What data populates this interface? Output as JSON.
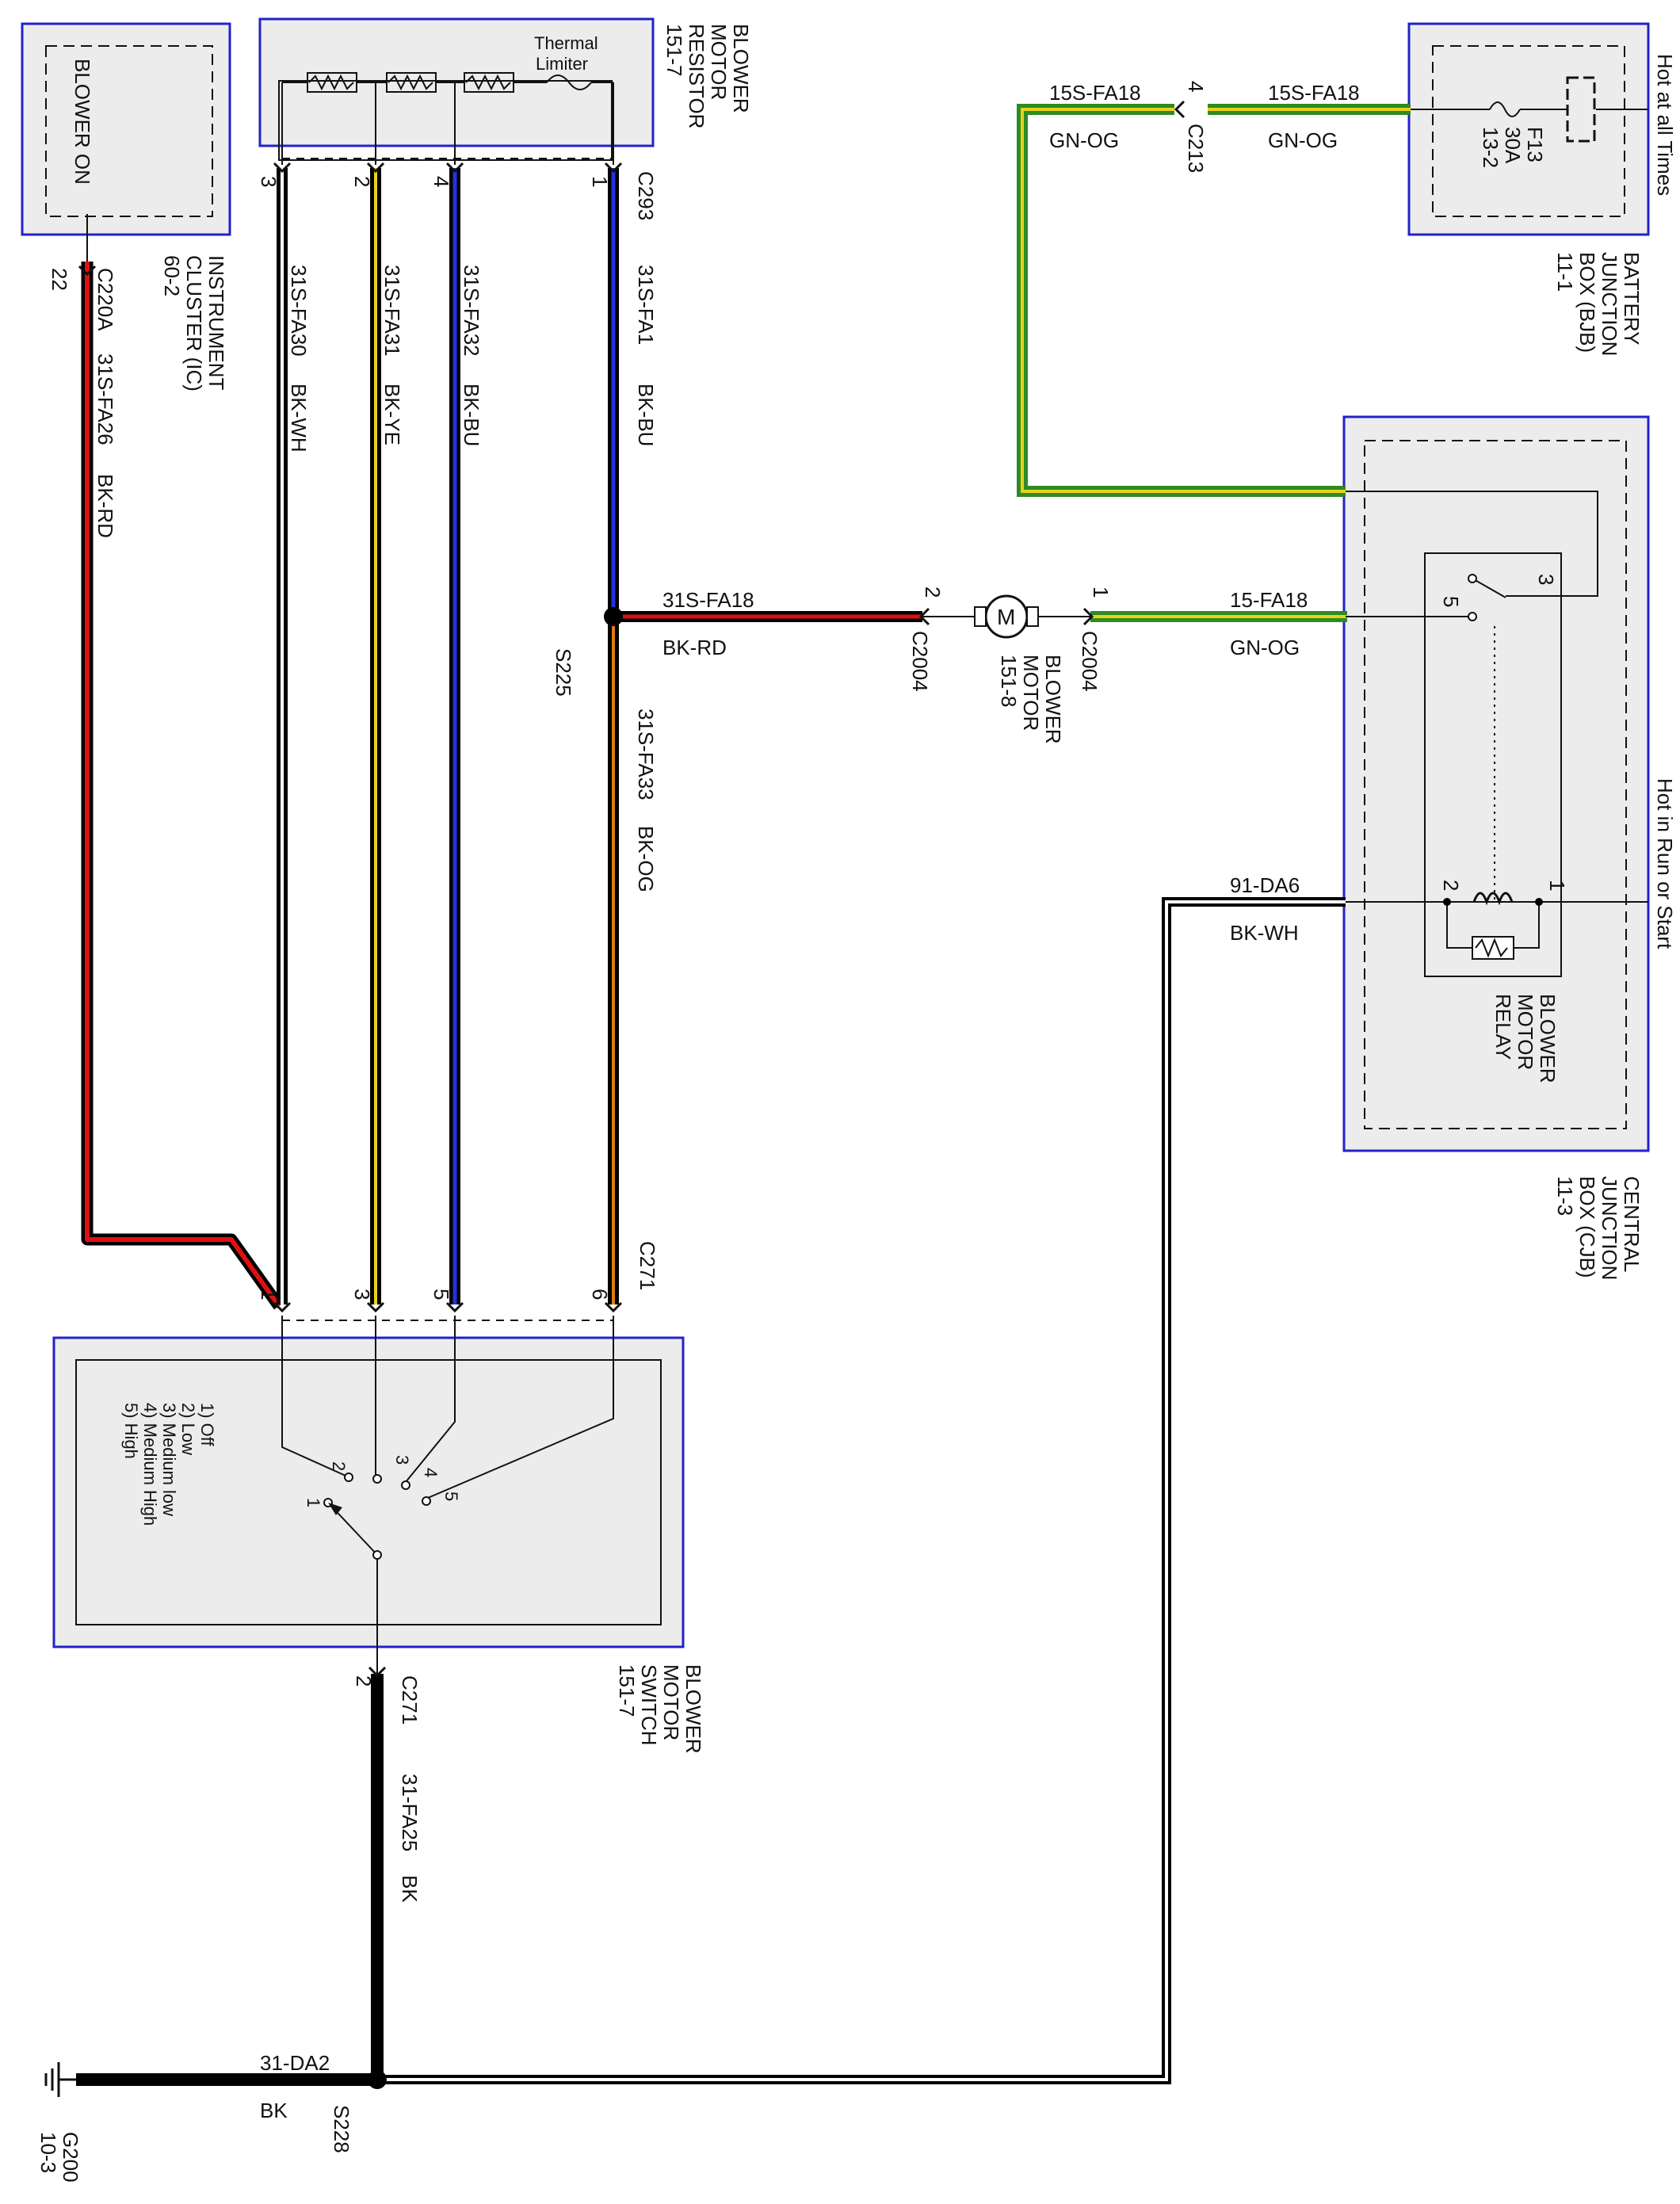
{
  "colors": {
    "box_border": "#2222cc",
    "box_fill": "#ececec",
    "wire_black": "#000000",
    "wire_red": "#dd1111",
    "wire_green": "#2e8b22",
    "wire_yellow": "#e8d21a",
    "wire_blue": "#2233dd",
    "wire_white": "#ffffff",
    "wire_orange": "#e07a10"
  },
  "blower_resistor": {
    "title_lines": [
      "BLOWER",
      "MOTOR",
      "RESISTOR",
      "151-7"
    ],
    "thermal_limiter_lines": [
      "Thermal",
      "Limiter"
    ],
    "connector": "C293",
    "pins": [
      "3",
      "2",
      "4",
      "1"
    ]
  },
  "instrument_cluster": {
    "inner_label": "BLOWER ON",
    "title_lines": [
      "INSTRUMENT",
      "CLUSTER (IC)",
      "60-2"
    ],
    "connector": "C220A",
    "pin": "22"
  },
  "battery_junction_box": {
    "title_lines": [
      "BATTERY",
      "JUNCTION",
      "BOX (BJB)",
      "11-1"
    ],
    "hot_label": "Hot at all Times",
    "fuse_lines": [
      "F13",
      "30A",
      "13-2"
    ]
  },
  "central_junction_box": {
    "title_lines": [
      "CENTRAL",
      "JUNCTION",
      "BOX (CJB)",
      "11-3"
    ],
    "hot_label": "Hot in Run or Start",
    "relay_title_lines": [
      "BLOWER",
      "MOTOR",
      "RELAY"
    ],
    "relay_pins": [
      "3",
      "5",
      "2",
      "1"
    ]
  },
  "blower_motor": {
    "title_lines": [
      "BLOWER",
      "MOTOR",
      "151-8"
    ],
    "symbol": "M",
    "connector": "C2004",
    "pins": [
      "2",
      "1"
    ]
  },
  "blower_switch": {
    "title_lines": [
      "BLOWER",
      "MOTOR",
      "SWITCH",
      "151-7"
    ],
    "connector": "C271",
    "positions": [
      "1) Off",
      "2) Low",
      "3) Medium low",
      "4) Medium High",
      "5) High"
    ],
    "top_pins": [
      "1",
      "3",
      "5",
      "6"
    ],
    "bottom_pin": "2",
    "contact_numbers": [
      "1",
      "2",
      "3",
      "4",
      "5"
    ]
  },
  "connectors": {
    "c213": "C213",
    "c213_pin": "4",
    "c271_top": "C271"
  },
  "splices": [
    "S225",
    "S228"
  ],
  "ground": {
    "lines": [
      "G200",
      "10-3"
    ]
  },
  "wires": [
    {
      "circuit": "31S-FA26",
      "color_code": "BK-RD"
    },
    {
      "circuit": "31S-FA30",
      "color_code": "BK-WH"
    },
    {
      "circuit": "31S-FA31",
      "color_code": "BK-YE"
    },
    {
      "circuit": "31S-FA32",
      "color_code": "BK-BU"
    },
    {
      "circuit": "31S-FA1",
      "color_code": "BK-BU"
    },
    {
      "circuit": "31S-FA33",
      "color_code": "BK-OG"
    },
    {
      "circuit": "31S-FA18",
      "color_code": "BK-RD"
    },
    {
      "circuit": "15-FA18",
      "color_code": "GN-OG"
    },
    {
      "circuit": "15S-FA18",
      "color_code": "GN-OG"
    },
    {
      "circuit": "15S-FA18",
      "color_code": "GN-OG"
    },
    {
      "circuit": "91-DA6",
      "color_code": "BK-WH"
    },
    {
      "circuit": "31-FA25",
      "color_code": "BK"
    },
    {
      "circuit": "31-DA2",
      "color_code": "BK"
    }
  ]
}
